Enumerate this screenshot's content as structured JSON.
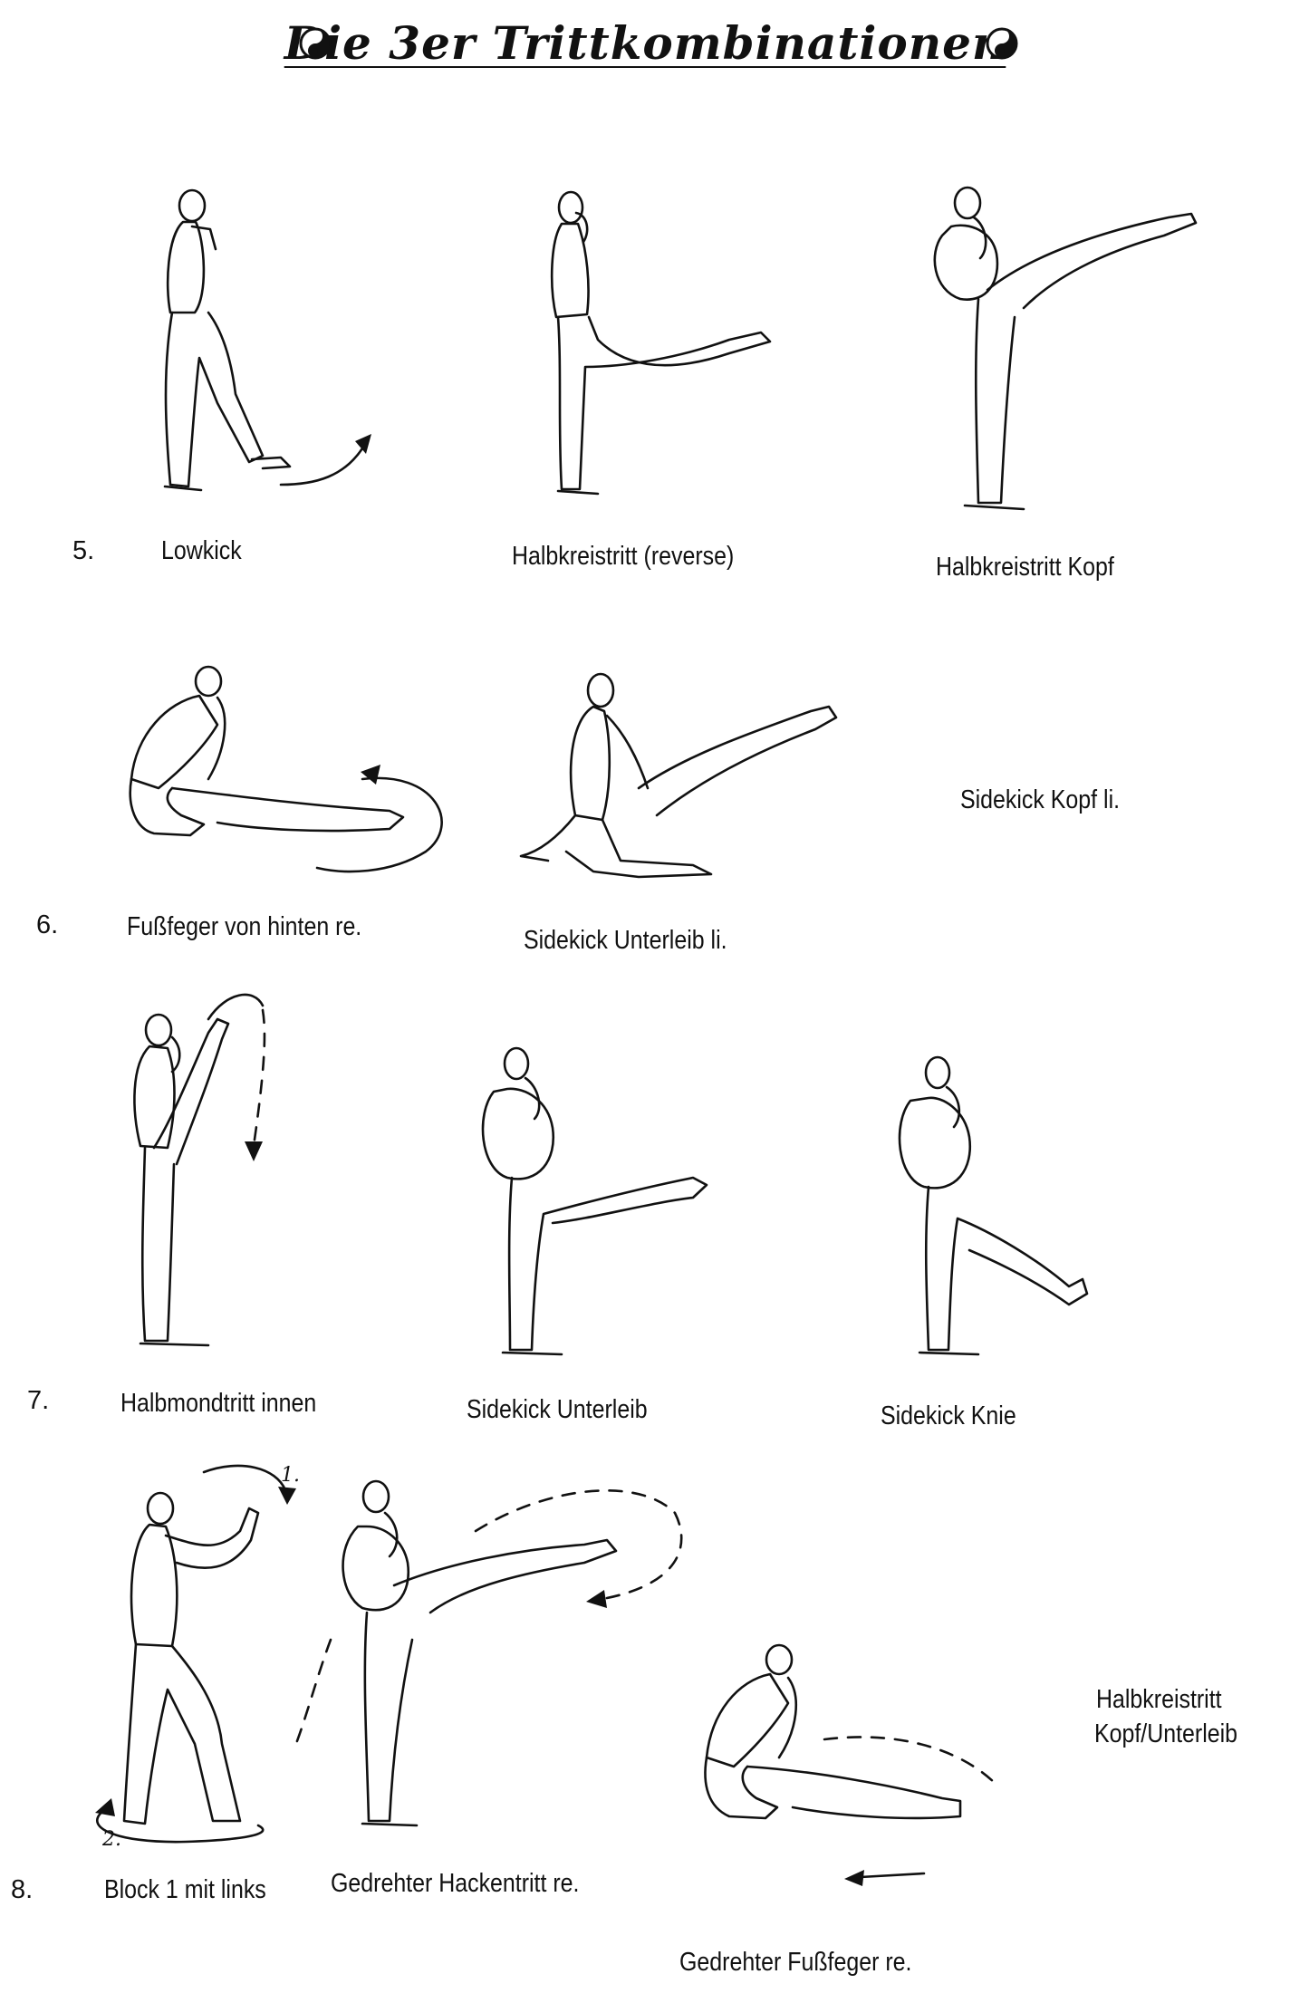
{
  "page": {
    "title": "Die 3er Trittkombinationen"
  },
  "rows": [
    {
      "number": "5.",
      "labels": [
        "Lowkick",
        "Halbkreistritt (reverse)",
        "Halbkreistritt Kopf"
      ]
    },
    {
      "number": "6.",
      "labels": [
        "Fußfeger von hinten re.",
        "Sidekick Unterleib li.",
        "Sidekick Kopf li."
      ]
    },
    {
      "number": "7.",
      "labels": [
        "Halbmondtritt innen",
        "Sidekick Unterleib",
        "Sidekick Knie"
      ]
    },
    {
      "number": "8.",
      "labels": [
        "Block 1 mit links",
        "Gedrehter Hackentritt re.",
        "Gedrehter Fußfeger re.",
        "Halbkreistritt",
        "Kopf/Unterleib"
      ],
      "markers": [
        "1.",
        "2."
      ]
    }
  ],
  "icons": {
    "title_left": "yin-yang-icon",
    "title_right": "yin-yang-icon"
  }
}
